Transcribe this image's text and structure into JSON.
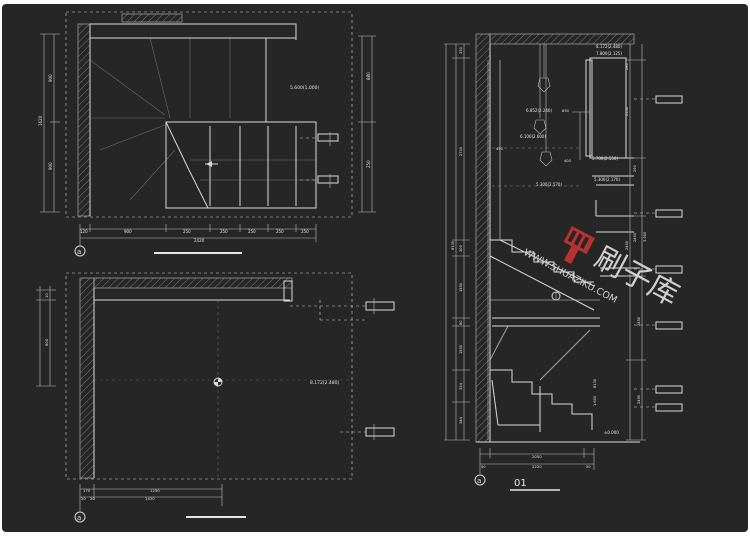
{
  "plan_top": {
    "level_note": "5.600(1.000)",
    "dims_bottom": [
      "120",
      "900",
      "250",
      "250",
      "250",
      "250",
      "250"
    ],
    "dim_total": "2420",
    "dims_left": [
      "900",
      "900"
    ],
    "dim_left_total": "1620",
    "dims_right": [
      "880",
      "250"
    ],
    "axis": "a"
  },
  "plan_bottom": {
    "level_note": "8.172(2.480)",
    "dims_bottom": [
      "170",
      "1250"
    ],
    "dims_bottom2": [
      "20",
      "20"
    ],
    "dim_total": "1420",
    "dims_left": [
      "10",
      "800"
    ],
    "axis": "a"
  },
  "section": {
    "labels": [
      "8.172(2.480)",
      "7.800(2.125)",
      "6.852(2.240)",
      "6.100(2.600)",
      "5.700(2.550)",
      "5.300(2.570)",
      "5.300(2.170)",
      "±0.000"
    ],
    "dims_left": [
      "330",
      "2700",
      "300",
      "1550",
      "80",
      "1500",
      "324",
      "344"
    ],
    "dim_left_total": "8130",
    "dims_right": [
      "280",
      "2550",
      "2400",
      "2450",
      "2450"
    ],
    "small_dims": [
      "830",
      "450",
      "400",
      "290",
      "2400",
      "3.900",
      "1.600",
      "8130"
    ],
    "dims_bottom": [
      "2050",
      "2220",
      "50",
      "50"
    ],
    "axis": "a",
    "title": "01"
  },
  "watermark": {
    "brand_cn": "刷子库",
    "url": "WWW.SHUAZIKU.COM"
  },
  "colors": {
    "background": "#262626",
    "line": "#d9d9d9",
    "watermark_red": "#b83232"
  }
}
